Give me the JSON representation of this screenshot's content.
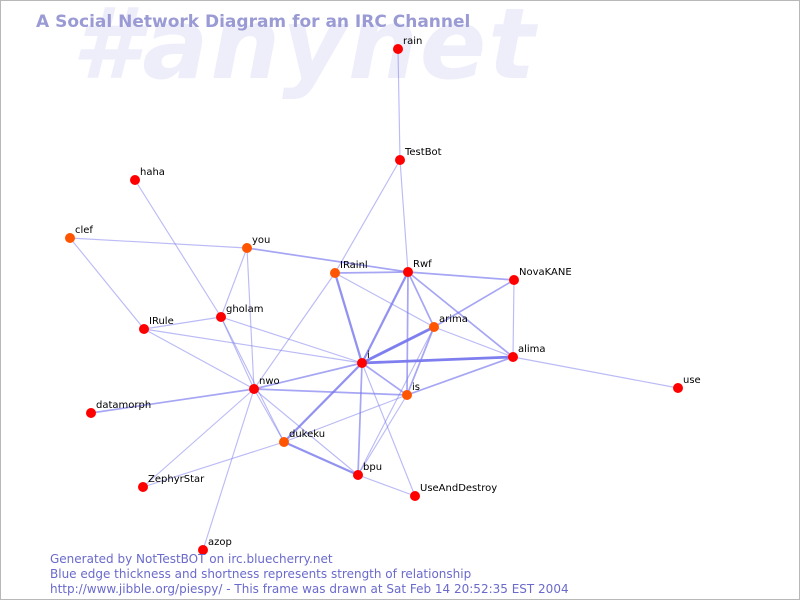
{
  "watermark": "#anynet",
  "title": "A Social Network Diagram for an IRC Channel",
  "footer": {
    "line1": "Generated by NotTestBOT on irc.bluecherry.net",
    "line2": "Blue edge thickness and shortness represents strength of relationship",
    "line3": "http://www.jibble.org/piespy/ - This frame was drawn at Sat Feb 14 20:52:35 EST 2004"
  },
  "colors": {
    "node_red": "#ff0000",
    "node_orange": "#ff5500",
    "edge": "#7777ee",
    "title": "#9a9ad4"
  },
  "nodes": [
    {
      "id": "rain",
      "label": "rain",
      "color": "red"
    },
    {
      "id": "testbot",
      "label": "TestBot",
      "color": "red"
    },
    {
      "id": "haha",
      "label": "haha",
      "color": "red"
    },
    {
      "id": "clef",
      "label": "clef",
      "color": "orange"
    },
    {
      "id": "you",
      "label": "you",
      "color": "orange"
    },
    {
      "id": "irainl",
      "label": "IRainl",
      "color": "orange"
    },
    {
      "id": "rwf",
      "label": "Rwf",
      "color": "red"
    },
    {
      "id": "novakane",
      "label": "NovaKANE",
      "color": "red"
    },
    {
      "id": "irule",
      "label": "IRule",
      "color": "red"
    },
    {
      "id": "gholam",
      "label": "gholam",
      "color": "red"
    },
    {
      "id": "arima",
      "label": "arima",
      "color": "orange"
    },
    {
      "id": "i",
      "label": "i",
      "color": "red"
    },
    {
      "id": "alima",
      "label": "alima",
      "color": "red"
    },
    {
      "id": "use",
      "label": "use",
      "color": "red"
    },
    {
      "id": "nwo",
      "label": "nwo",
      "color": "red"
    },
    {
      "id": "is",
      "label": "is",
      "color": "orange"
    },
    {
      "id": "datamorph",
      "label": "datamorph",
      "color": "red"
    },
    {
      "id": "dukeku",
      "label": "dukeku",
      "color": "orange"
    },
    {
      "id": "bpu",
      "label": "bpu",
      "color": "red"
    },
    {
      "id": "zephyrstar",
      "label": "ZephyrStar",
      "color": "red"
    },
    {
      "id": "useanddestroy",
      "label": "UseAndDestroy",
      "color": "red"
    },
    {
      "id": "azop",
      "label": "azop",
      "color": "red"
    }
  ],
  "edges": [
    {
      "from": "rain",
      "to": "testbot",
      "strength": 1
    },
    {
      "from": "testbot",
      "to": "irainl",
      "strength": 1
    },
    {
      "from": "testbot",
      "to": "rwf",
      "strength": 1
    },
    {
      "from": "haha",
      "to": "gholam",
      "strength": 1
    },
    {
      "from": "clef",
      "to": "you",
      "strength": 1
    },
    {
      "from": "clef",
      "to": "irule",
      "strength": 1
    },
    {
      "from": "you",
      "to": "rwf",
      "strength": 2
    },
    {
      "from": "you",
      "to": "gholam",
      "strength": 1
    },
    {
      "from": "you",
      "to": "nwo",
      "strength": 1
    },
    {
      "from": "irainl",
      "to": "rwf",
      "strength": 2
    },
    {
      "from": "irainl",
      "to": "i",
      "strength": 3
    },
    {
      "from": "irainl",
      "to": "arima",
      "strength": 1
    },
    {
      "from": "irainl",
      "to": "nwo",
      "strength": 1
    },
    {
      "from": "rwf",
      "to": "novakane",
      "strength": 2
    },
    {
      "from": "rwf",
      "to": "arima",
      "strength": 2
    },
    {
      "from": "rwf",
      "to": "alima",
      "strength": 2
    },
    {
      "from": "rwf",
      "to": "i",
      "strength": 3
    },
    {
      "from": "rwf",
      "to": "is",
      "strength": 2
    },
    {
      "from": "novakane",
      "to": "arima",
      "strength": 2
    },
    {
      "from": "novakane",
      "to": "alima",
      "strength": 1
    },
    {
      "from": "irule",
      "to": "nwo",
      "strength": 1
    },
    {
      "from": "irule",
      "to": "i",
      "strength": 1
    },
    {
      "from": "irule",
      "to": "gholam",
      "strength": 1
    },
    {
      "from": "gholam",
      "to": "i",
      "strength": 1
    },
    {
      "from": "gholam",
      "to": "nwo",
      "strength": 1
    },
    {
      "from": "gholam",
      "to": "dukeku",
      "strength": 1
    },
    {
      "from": "arima",
      "to": "i",
      "strength": 4
    },
    {
      "from": "arima",
      "to": "is",
      "strength": 2
    },
    {
      "from": "arima",
      "to": "alima",
      "strength": 1
    },
    {
      "from": "arima",
      "to": "bpu",
      "strength": 1
    },
    {
      "from": "i",
      "to": "alima",
      "strength": 4
    },
    {
      "from": "i",
      "to": "nwo",
      "strength": 2
    },
    {
      "from": "i",
      "to": "is",
      "strength": 2
    },
    {
      "from": "i",
      "to": "dukeku",
      "strength": 3
    },
    {
      "from": "i",
      "to": "bpu",
      "strength": 2
    },
    {
      "from": "i",
      "to": "useanddestroy",
      "strength": 1
    },
    {
      "from": "alima",
      "to": "use",
      "strength": 1
    },
    {
      "from": "alima",
      "to": "is",
      "strength": 2
    },
    {
      "from": "nwo",
      "to": "is",
      "strength": 2
    },
    {
      "from": "nwo",
      "to": "datamorph",
      "strength": 2
    },
    {
      "from": "nwo",
      "to": "dukeku",
      "strength": 1
    },
    {
      "from": "nwo",
      "to": "zephyrstar",
      "strength": 1
    },
    {
      "from": "nwo",
      "to": "azop",
      "strength": 1
    },
    {
      "from": "nwo",
      "to": "bpu",
      "strength": 1
    },
    {
      "from": "is",
      "to": "dukeku",
      "strength": 1
    },
    {
      "from": "is",
      "to": "bpu",
      "strength": 1
    },
    {
      "from": "dukeku",
      "to": "bpu",
      "strength": 3
    },
    {
      "from": "dukeku",
      "to": "zephyrstar",
      "strength": 1
    },
    {
      "from": "bpu",
      "to": "useanddestroy",
      "strength": 1
    }
  ]
}
